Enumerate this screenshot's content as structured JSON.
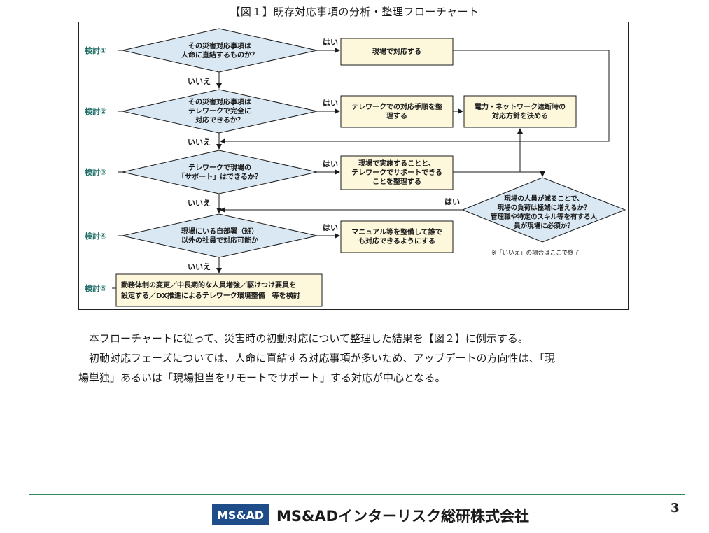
{
  "figure": {
    "title": "【図１】既存対応事項の分析・整理フローチャート",
    "steps": {
      "s1": "検討①",
      "s2": "検討②",
      "s3": "検討③",
      "s4": "検討④",
      "s5": "検討⑤"
    },
    "decisions": {
      "d1": [
        "その災害対応事項は",
        "人命に直結するものか？"
      ],
      "d2": [
        "その災害対応事項は",
        "テレワークで完全に",
        "対応できるか？"
      ],
      "d3": [
        "テレワークで現場の",
        "「サポート」はできるか？"
      ],
      "d4": [
        "現場にいる自部署（班）",
        "以外の社員で対応可能か"
      ],
      "d5": [
        "現場の人員が減ることで、",
        "現場の負荷は極端に増えるか？",
        "管理職や特定のスキル等を有する人",
        "員が現場に必須か？"
      ]
    },
    "actions": {
      "a1": [
        "現場で対応する"
      ],
      "a2": [
        "テレワークでの対応手順を整",
        "理する"
      ],
      "a2b": [
        "電力・ネットワーク遮断時の",
        "対応方針を決める"
      ],
      "a3": [
        "現場で実施することと、",
        "テレワークでサポートできる",
        "ことを整理する"
      ],
      "a4": [
        "マニュアル等を整備して誰で",
        "も対応できるようにする"
      ],
      "a5": [
        "勤務体制の変更／中長期的な人員増強／駆けつけ要員を",
        "設定する／DX推進によるテレワーク環境整備　等を検討"
      ]
    },
    "labels": {
      "yes": "はい",
      "no": "いいえ"
    },
    "note": "※「いいえ」の場合はここで終了"
  },
  "body_text": {
    "line1": "本フローチャートに従って、災害時の初動対応について整理した結果を【図２】に例示する。",
    "line2": "初動対応フェーズについては、人命に直結する対応事項が多いため、アップデートの方向性は、「現",
    "line3": "場単独」あるいは「現場担当をリモートでサポート」する対応が中心となる。"
  },
  "footer": {
    "logo_text": "MS&AD",
    "company": "MS&ADインターリスク総研株式会社",
    "page_number": "3"
  },
  "colors": {
    "diamond_fill": "#d9e8f3",
    "box_fill": "#fdf8dc",
    "step_label": "#1f6f66",
    "footer_line": "#2e8b57",
    "logo_bg": "#1e4d8a"
  }
}
